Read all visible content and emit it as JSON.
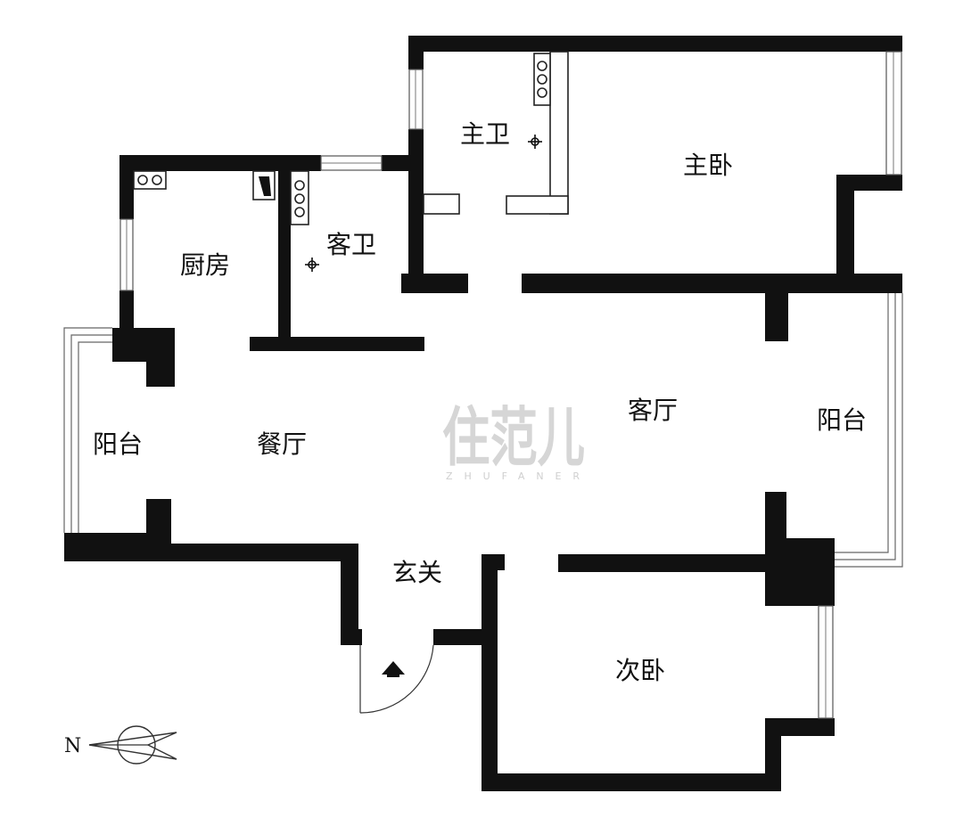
{
  "rooms": {
    "master_bath": "主卫",
    "master_bedroom": "主卧",
    "kitchen": "厨房",
    "guest_bath": "客卫",
    "living_room": "客厅",
    "balcony_east": "阳台",
    "balcony_west": "阳台",
    "dining_room": "餐厅",
    "entrance": "玄关",
    "second_bedroom": "次卧"
  },
  "watermark": {
    "logo_text": "住范儿",
    "sub_text": "ZHUFANER"
  },
  "compass": {
    "label": "N"
  },
  "colors": {
    "wall": "#111111",
    "window": "#777777",
    "watermark": "#d6d6d6"
  },
  "icons": {
    "entrance": "up-arrow-icon",
    "floor_drain": "floor-drain-icon"
  }
}
